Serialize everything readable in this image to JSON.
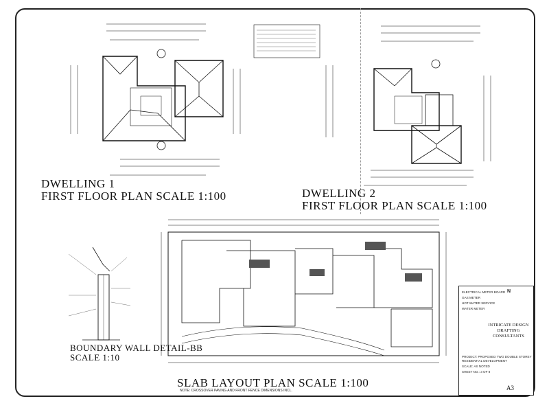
{
  "dwelling1": {
    "title": "DWELLING 1",
    "subtitle": "FIRST FLOOR  PLAN SCALE 1:100"
  },
  "dwelling2": {
    "title": "DWELLING 2",
    "subtitle": "FIRST FLOOR  PLAN SCALE 1:100"
  },
  "boundary_wall": {
    "title": "BOUNDARY WALL DETAIL-BB",
    "scale": "SCALE 1:10"
  },
  "slab": {
    "title": "SLAB LAYOUT  PLAN SCALE 1:100",
    "note": "NOTE: CROSSOVER PAVING AND FRONT FENCE DIMENSIONS INCL."
  },
  "legend": {
    "item1": "ELECTRICAL METER BOARD",
    "item2": "GAS METER",
    "item3": "HOT WATER SERVICE",
    "item4": "WATER METER"
  },
  "compass": {
    "label": "N"
  },
  "company": {
    "line1": "INTRICATE DESIGN",
    "line2": "DRAFTING",
    "line3": "CONSULTANTS"
  },
  "title_block": {
    "project": "PROJECT: PROPOSED TWO DOUBLE STOREY",
    "project2": "RESIDENTIAL DEVELOPMENT",
    "scale": "SCALE: AS NOTED",
    "sheet": "SHEET NO.: 3 OF 8"
  },
  "sheet_size": "A3"
}
